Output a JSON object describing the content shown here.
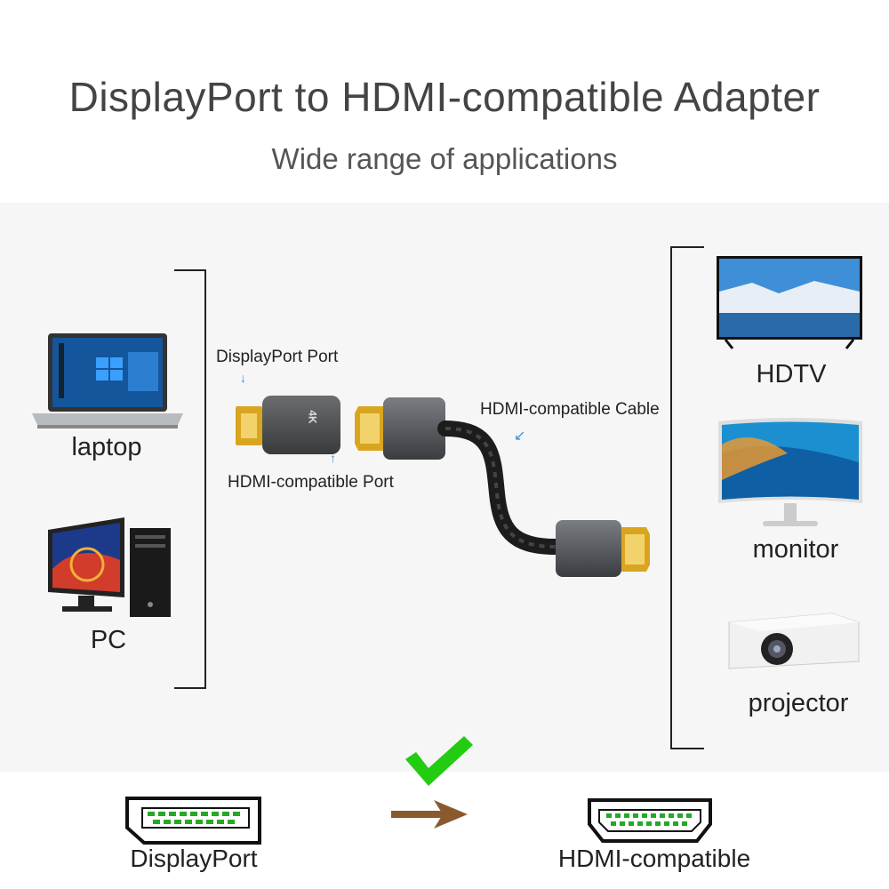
{
  "header": {
    "title": "DisplayPort to HDMI-compatible Adapter",
    "subtitle": "Wide range of applications"
  },
  "sources": [
    {
      "label": "laptop",
      "icon": "laptop-icon"
    },
    {
      "label": "PC",
      "icon": "desktop-pc-icon"
    }
  ],
  "displays": [
    {
      "label": "HDTV",
      "icon": "hdtv-icon"
    },
    {
      "label": "monitor",
      "icon": "curved-monitor-icon"
    },
    {
      "label": "projector",
      "icon": "projector-icon"
    }
  ],
  "adapter": {
    "displayport_port": "DisplayPort Port",
    "hdmi_port": "HDMI-compatible Port",
    "hdmi_cable": "HDMI-compatible Cable",
    "badge": "4K"
  },
  "connectors": {
    "from": "DisplayPort",
    "to": "HDMI-compatible",
    "check_color": "#22cc11",
    "arrow_color": "#8a5a2e"
  }
}
